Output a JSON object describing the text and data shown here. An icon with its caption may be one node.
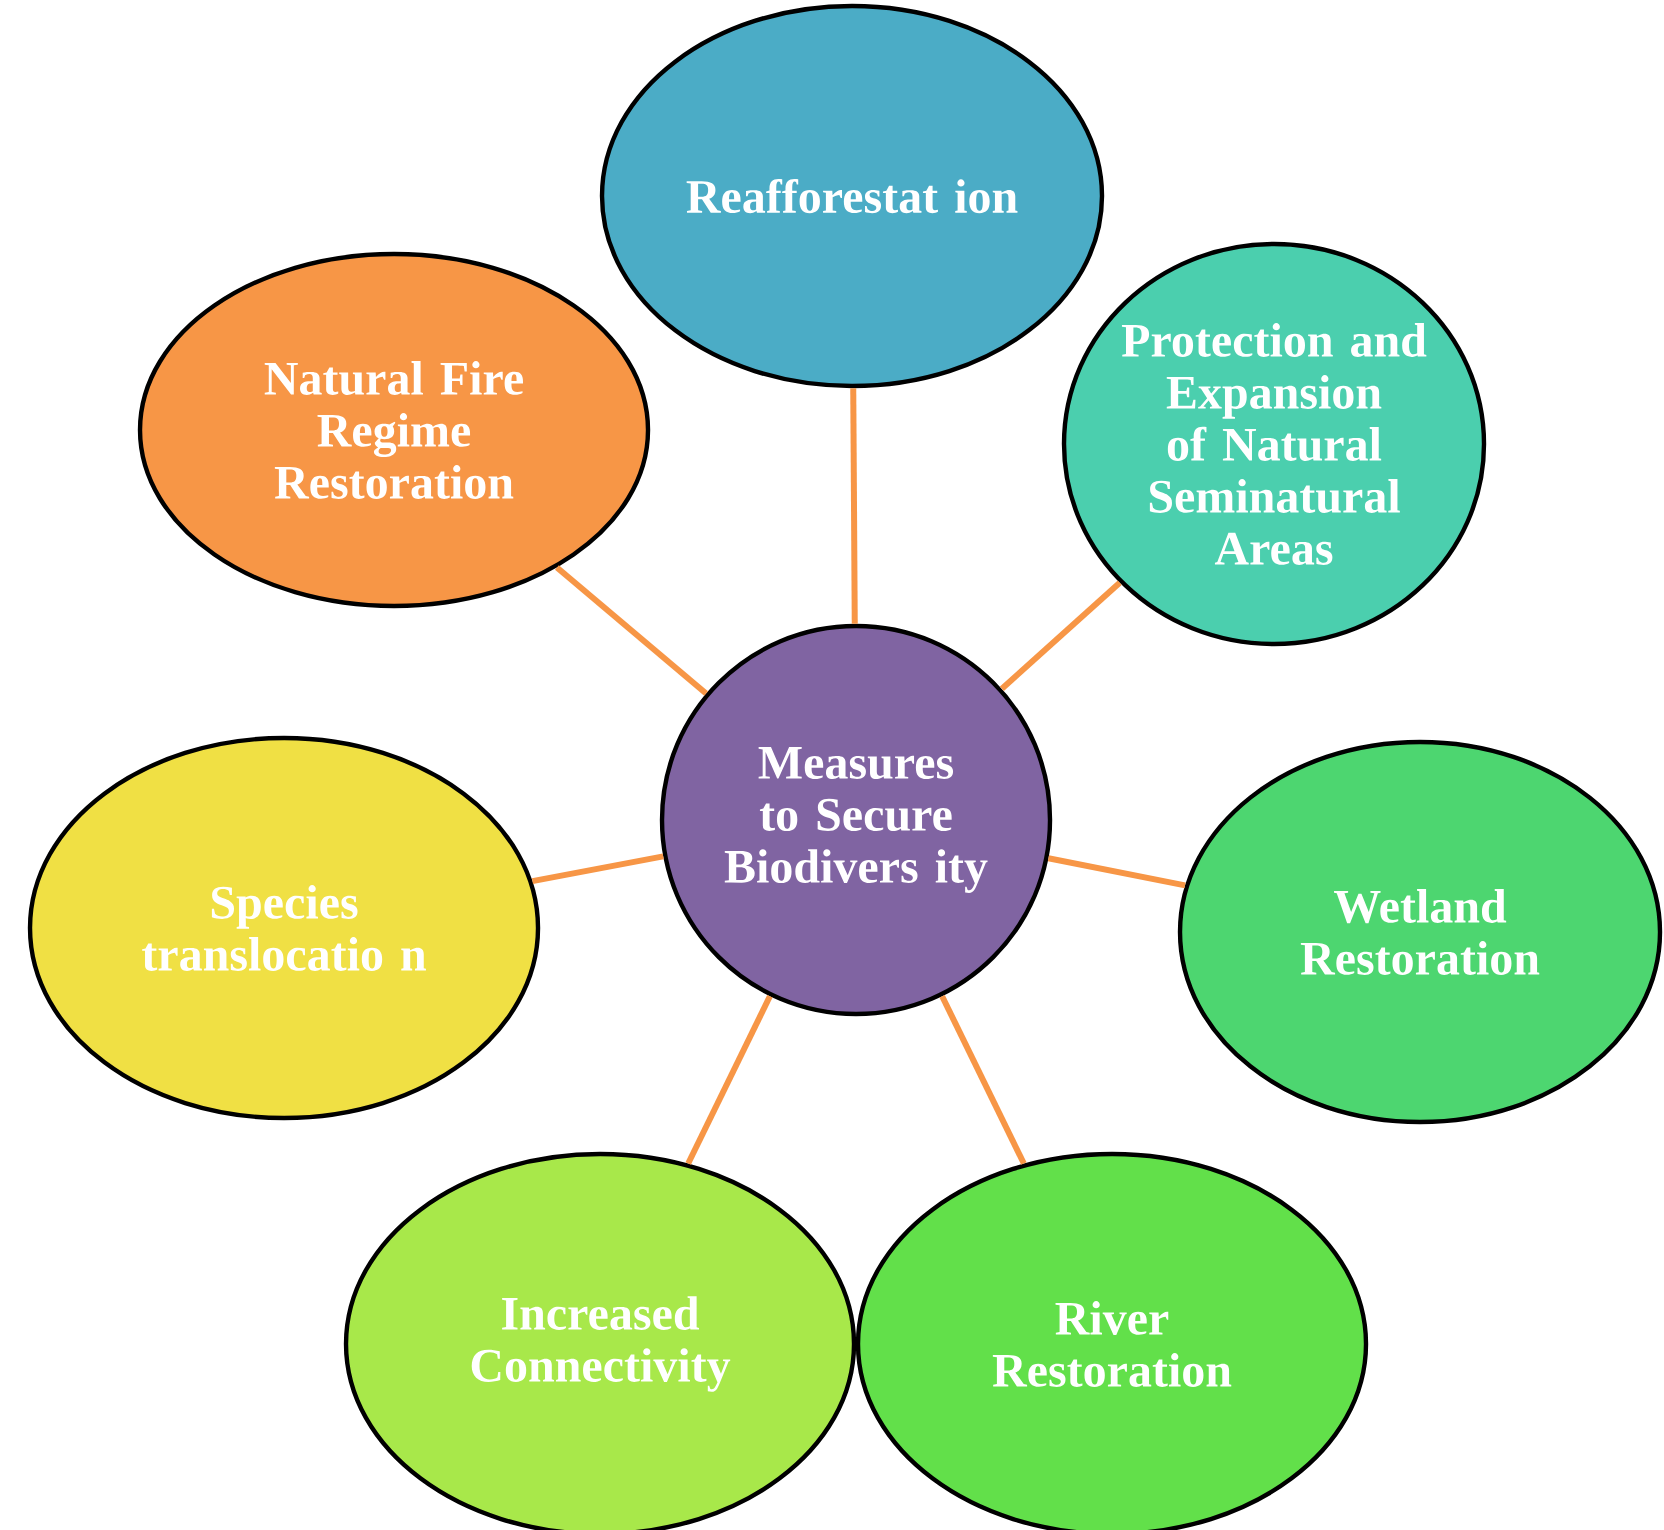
{
  "diagram": {
    "nodes": [
      {
        "text": [
          "Reafforestat ion"
        ]
      },
      {
        "text": [
          "Natural Fire Regime Restoration"
        ]
      },
      {
        "text": [
          "Protection and Expansion of Natural Seminatural Areas"
        ]
      },
      {
        "text": [
          "Measures to Secure Biodivers ity"
        ]
      },
      {
        "text": [
          "Species translocatio n"
        ]
      },
      {
        "text": [
          "Wetland Restoration"
        ]
      },
      {
        "text": [
          "Increased Connectivity"
        ]
      },
      {
        "text": [
          "River Restoration"
        ]
      }
    ],
    "edges": [
      {
        "from": 3,
        "to": 0,
        "arrow": "none"
      },
      {
        "from": 3,
        "to": 1,
        "arrow": "none"
      },
      {
        "from": 3,
        "to": 2,
        "arrow": "none"
      },
      {
        "from": 3,
        "to": 4,
        "arrow": "none"
      },
      {
        "from": 3,
        "to": 5,
        "arrow": "none"
      },
      {
        "from": 3,
        "to": 6,
        "arrow": "none"
      },
      {
        "from": 3,
        "to": 7,
        "arrow": "none"
      }
    ]
  }
}
